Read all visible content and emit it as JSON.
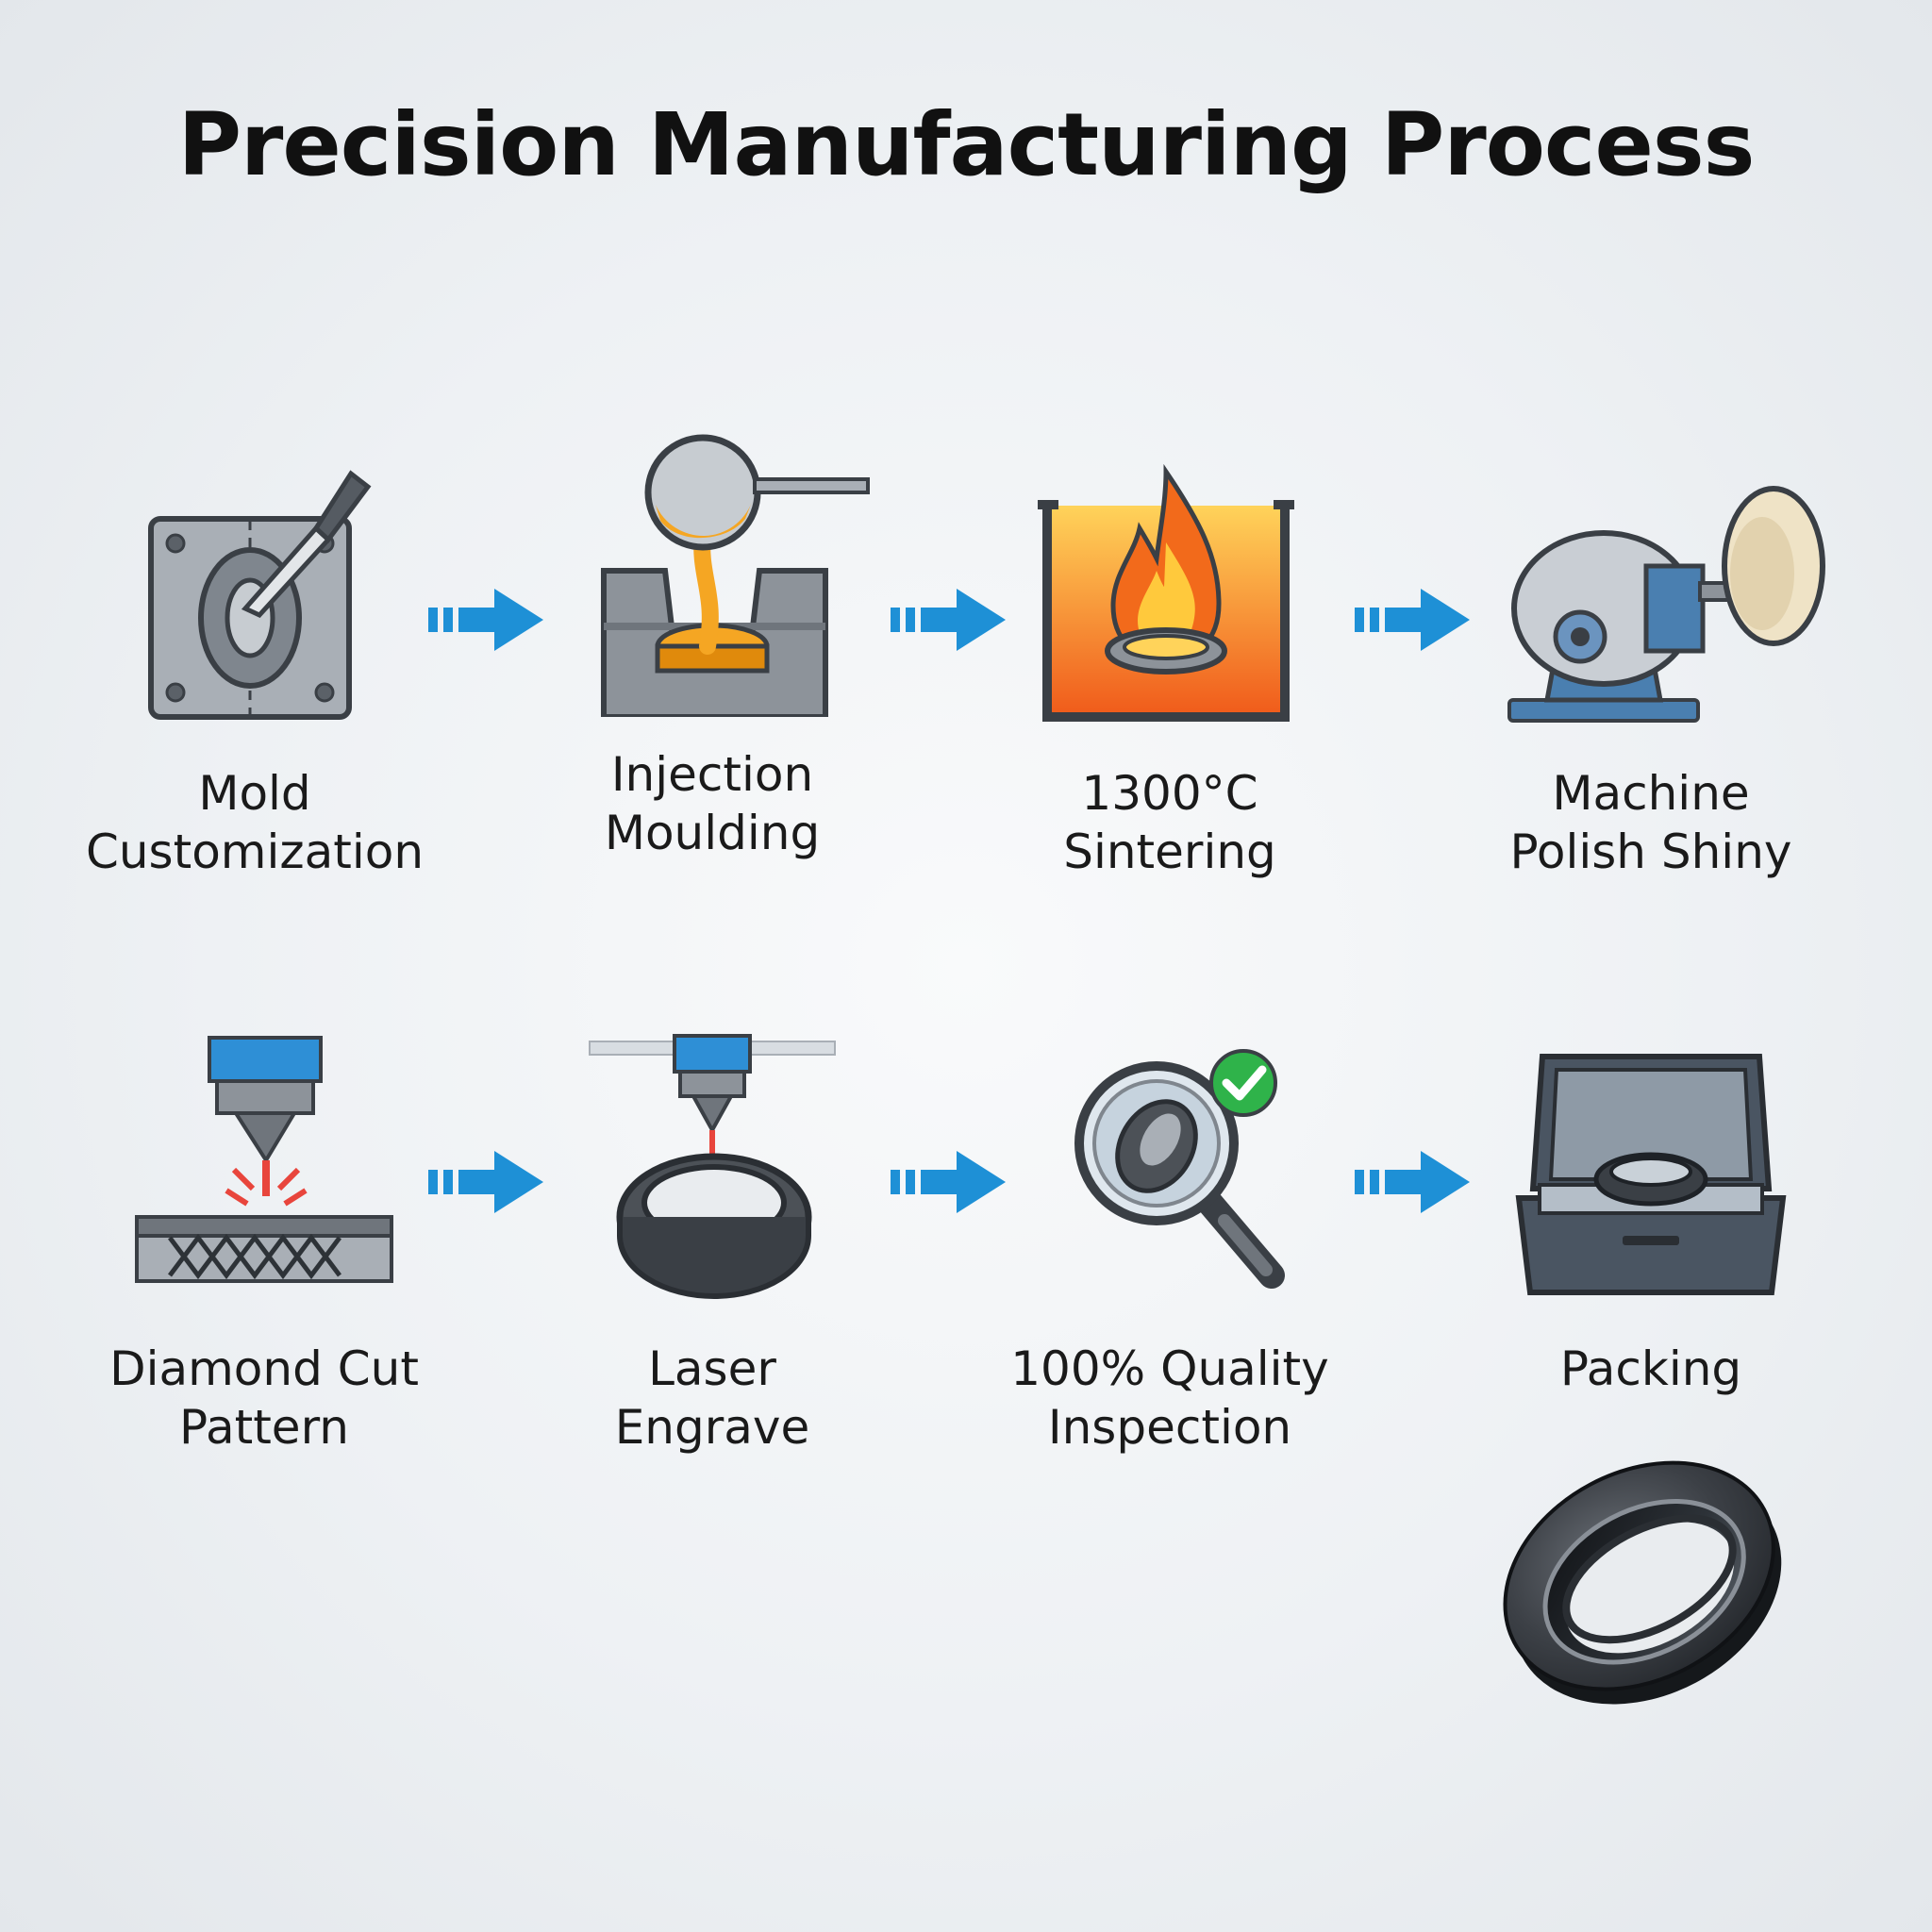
{
  "title": "Precision Manufacturing Process",
  "steps": [
    {
      "id": "mold-customization",
      "icon": "mold-knife-icon",
      "label_lines": [
        "Mold",
        "Customization"
      ]
    },
    {
      "id": "injection-moulding",
      "icon": "ladle-pour-icon",
      "label_lines": [
        "Injection",
        "Moulding"
      ]
    },
    {
      "id": "sintering",
      "icon": "furnace-flame-icon",
      "label_lines": [
        "1300°C",
        "Sintering"
      ]
    },
    {
      "id": "machine-polish",
      "icon": "polishing-wheel-icon",
      "label_lines": [
        "Machine",
        "Polish Shiny"
      ]
    },
    {
      "id": "diamond-cut",
      "icon": "diamond-cutter-icon",
      "label_lines": [
        "Diamond Cut",
        "Pattern"
      ]
    },
    {
      "id": "laser-engrave",
      "icon": "laser-ring-icon",
      "label_lines": [
        "Laser",
        "Engrave"
      ]
    },
    {
      "id": "quality-inspection",
      "icon": "magnifier-check-icon",
      "label_lines": [
        "100% Quality",
        "Inspection"
      ]
    },
    {
      "id": "packing",
      "icon": "ring-box-icon",
      "label_lines": [
        "Packing"
      ]
    }
  ],
  "colors": {
    "arrow": "#1e90d6",
    "molten": "#f5a623",
    "flame": "#f26a1b",
    "steel": "#8a9098",
    "outline": "#3a3f45",
    "machine_blue": "#4a7fb0",
    "check_green": "#2fb34a"
  },
  "final_product": {
    "icon": "black-ring-icon"
  }
}
